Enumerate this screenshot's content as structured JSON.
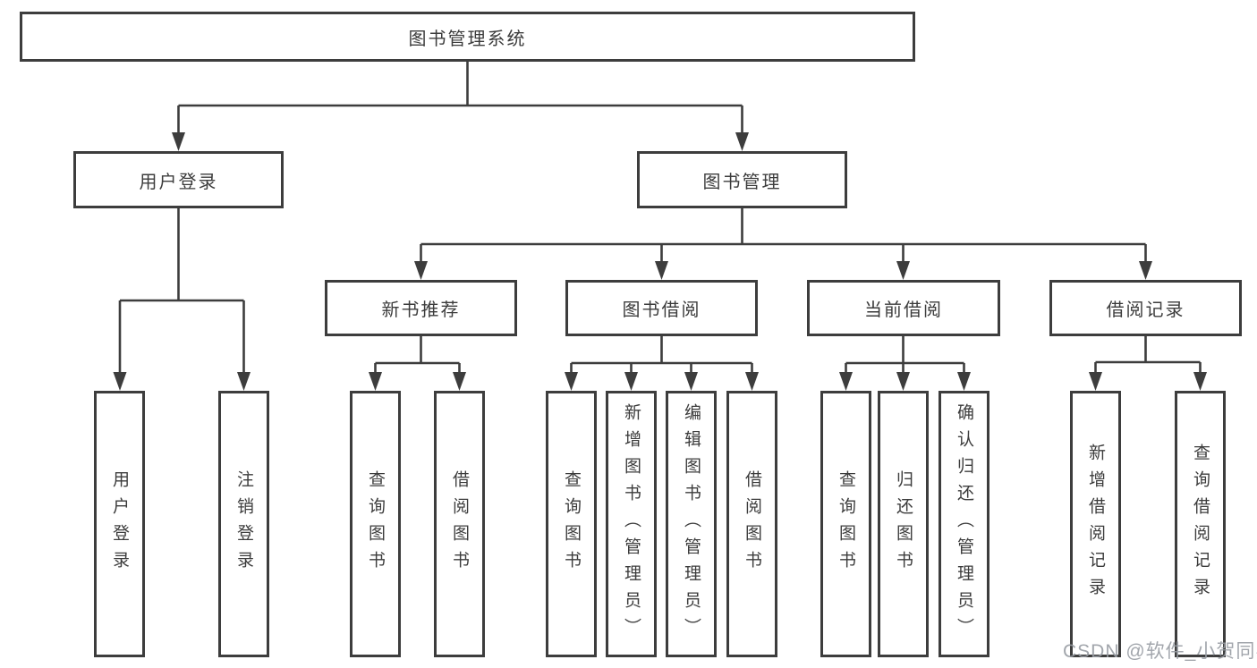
{
  "nodes": {
    "root": "图书管理系统",
    "userLogin": "用户登录",
    "bookMgmt": "图书管理",
    "newBookRec": "新书推荐",
    "bookBorrow": "图书借阅",
    "currentBorrow": "当前借阅",
    "borrowRecords": "借阅记录",
    "leafUserLogin": "用户登录",
    "leafLogout": "注销登录",
    "leafQueryBooks1": "查询图书",
    "leafBorrowBooks1": "借阅图书",
    "leafQueryBooks2": "查询图书",
    "leafAddBook": "新增图书（管理员）",
    "leafEditBook": "编辑图书（管理员）",
    "leafBorrowBooks2": "借阅图书",
    "leafQueryBooks3": "查询图书",
    "leafReturnBook": "归还图书",
    "leafConfirmReturn": "确认归还（管理员）",
    "leafAddRecord": "新增借阅记录",
    "leafQueryRecord": "查询借阅记录"
  },
  "structure": {
    "label": "图书管理系统",
    "children": [
      {
        "label": "用户登录",
        "children": [
          {
            "label": "用户登录"
          },
          {
            "label": "注销登录"
          }
        ]
      },
      {
        "label": "图书管理",
        "children": [
          {
            "label": "新书推荐",
            "children": [
              {
                "label": "查询图书"
              },
              {
                "label": "借阅图书"
              }
            ]
          },
          {
            "label": "图书借阅",
            "children": [
              {
                "label": "查询图书"
              },
              {
                "label": "新增图书（管理员）"
              },
              {
                "label": "编辑图书（管理员）"
              },
              {
                "label": "借阅图书"
              }
            ]
          },
          {
            "label": "当前借阅",
            "children": [
              {
                "label": "查询图书"
              },
              {
                "label": "归还图书"
              },
              {
                "label": "确认归还（管理员）"
              }
            ]
          },
          {
            "label": "借阅记录",
            "children": [
              {
                "label": "新增借阅记录"
              },
              {
                "label": "查询借阅记录"
              }
            ]
          }
        ]
      }
    ]
  },
  "watermark": "CSDN @软件_小贺同学",
  "colors": {
    "line": "#3d3d3d",
    "text": "#3c3c3c",
    "background": "#ffffff",
    "watermark": "#989ca3"
  }
}
